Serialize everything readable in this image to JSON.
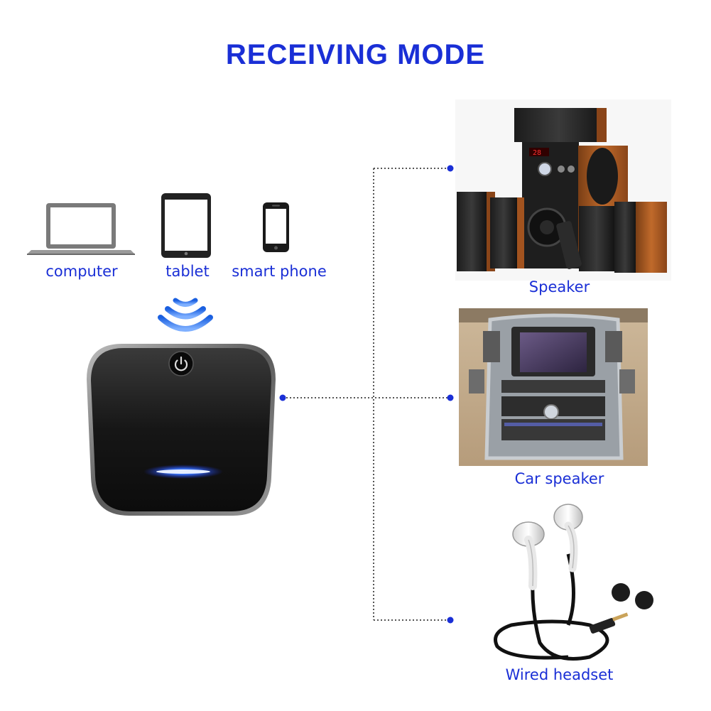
{
  "title": "RECEIVING MODE",
  "sources": [
    {
      "label": "computer",
      "icon": "laptop-icon"
    },
    {
      "label": "tablet",
      "icon": "tablet-icon"
    },
    {
      "label": "smart phone",
      "icon": "smartphone-icon"
    }
  ],
  "receiver": {
    "icon": "bluetooth-receiver-device",
    "signal_icon": "wireless-signal-icon"
  },
  "outputs": [
    {
      "label": "Speaker",
      "icon": "home-speaker-system-image"
    },
    {
      "label": "Car speaker",
      "icon": "car-dashboard-image"
    },
    {
      "label": "Wired headset",
      "icon": "wired-headset-image"
    }
  ],
  "colors": {
    "accent": "#1a2fd6",
    "connector": "#555555",
    "led": "#2f6bff"
  }
}
